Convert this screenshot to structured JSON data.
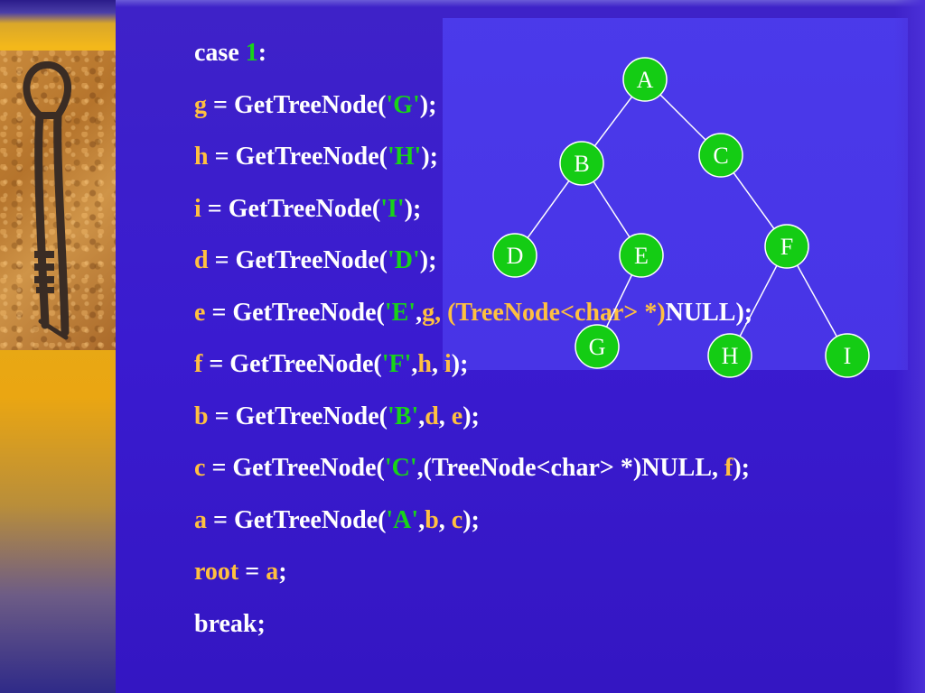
{
  "code": {
    "line1": {
      "kw": "case ",
      "num": "1",
      "end": ":"
    },
    "line2": {
      "var": "g",
      "mid": " = GetTreeNode(",
      "lit": "'G'",
      "end": ");"
    },
    "line3": {
      "var": "h",
      "mid": " = GetTreeNode(",
      "lit": "'H'",
      "end": ");"
    },
    "line4": {
      "var": "i",
      "mid": " = GetTreeNode(",
      "lit": "'I'",
      "end": ");"
    },
    "line5": {
      "var": "d",
      "mid": " = GetTreeNode(",
      "lit": "'D'",
      "end": ");"
    },
    "line6": {
      "var": "e",
      "mid": " = GetTreeNode(",
      "lit": "'E'",
      "comma": ",",
      "a1": "g",
      "sep": ", ",
      "cast": "(TreeNode<char> *)",
      "tail": "NULL);"
    },
    "line7": {
      "var": "f",
      "mid": " = GetTreeNode(",
      "lit": "'F'",
      "comma": ",",
      "a1": "h",
      "sep": ", ",
      "a2": "i",
      "end": ");"
    },
    "line8": {
      "var": "b",
      "mid": " = GetTreeNode(",
      "lit": "'B'",
      "comma": ",",
      "a1": "d",
      "sep": ", ",
      "a2": "e",
      "end": ");"
    },
    "line9": {
      "var": "c",
      "mid": " = GetTreeNode(",
      "lit": "'C'",
      "cast": ",(TreeNode<char> *)NULL, ",
      "a2": "f",
      "end": ");"
    },
    "line10": {
      "var": "a",
      "mid": " = GetTreeNode(",
      "lit": "'A'",
      "comma": ",",
      "a1": "b",
      "sep": ", ",
      "a2": "c",
      "end": ");"
    },
    "line11": {
      "var": "root",
      "mid": " = ",
      "a1": "a",
      "end": ";"
    },
    "line12": {
      "kw": "break;"
    }
  },
  "tree": {
    "nodes": [
      "A",
      "B",
      "C",
      "D",
      "E",
      "F",
      "G",
      "H",
      "I"
    ],
    "edges": [
      [
        "A",
        "B"
      ],
      [
        "A",
        "C"
      ],
      [
        "B",
        "D"
      ],
      [
        "B",
        "E"
      ],
      [
        "C",
        "F"
      ],
      [
        "E",
        "G"
      ],
      [
        "F",
        "H"
      ],
      [
        "F",
        "I"
      ]
    ],
    "node_fill": "#14cc14",
    "edge_color": "#ffffff"
  },
  "colors": {
    "background": "#3a1ad0",
    "variable": "#ffc040",
    "literal": "#18d418",
    "text": "#ffffff"
  }
}
